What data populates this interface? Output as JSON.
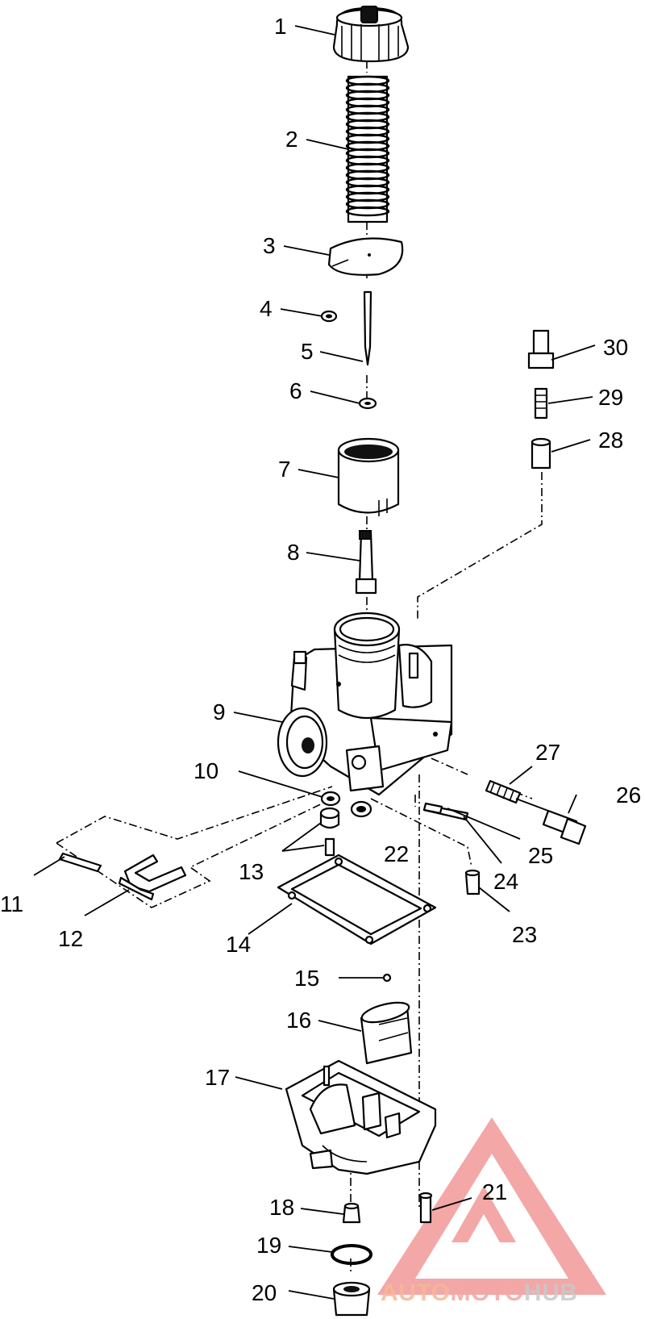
{
  "callouts": [
    {
      "id": "1",
      "label": "1"
    },
    {
      "id": "2",
      "label": "2"
    },
    {
      "id": "3",
      "label": "3"
    },
    {
      "id": "4",
      "label": "4"
    },
    {
      "id": "5",
      "label": "5"
    },
    {
      "id": "6",
      "label": "6"
    },
    {
      "id": "7",
      "label": "7"
    },
    {
      "id": "8",
      "label": "8"
    },
    {
      "id": "9",
      "label": "9"
    },
    {
      "id": "10",
      "label": "10"
    },
    {
      "id": "11",
      "label": "11"
    },
    {
      "id": "12",
      "label": "12"
    },
    {
      "id": "13",
      "label": "13"
    },
    {
      "id": "14",
      "label": "14"
    },
    {
      "id": "15",
      "label": "15"
    },
    {
      "id": "16",
      "label": "16"
    },
    {
      "id": "17",
      "label": "17"
    },
    {
      "id": "18",
      "label": "18"
    },
    {
      "id": "19",
      "label": "19"
    },
    {
      "id": "20",
      "label": "20"
    },
    {
      "id": "21",
      "label": "21"
    },
    {
      "id": "22",
      "label": "22"
    },
    {
      "id": "23",
      "label": "23"
    },
    {
      "id": "24",
      "label": "24"
    },
    {
      "id": "25",
      "label": "25"
    },
    {
      "id": "26",
      "label": "26"
    },
    {
      "id": "27",
      "label": "27"
    },
    {
      "id": "28",
      "label": "28"
    },
    {
      "id": "29",
      "label": "29"
    },
    {
      "id": "30",
      "label": "30"
    }
  ],
  "watermark": {
    "part_a": "AUTO",
    "part_b": "MOTO",
    "part_c": "HUB",
    "color_a": "#f7b79a",
    "color_b": "#f3a6a6",
    "color_c": "#c9c9c9",
    "logo_color": "#f08a8a"
  }
}
